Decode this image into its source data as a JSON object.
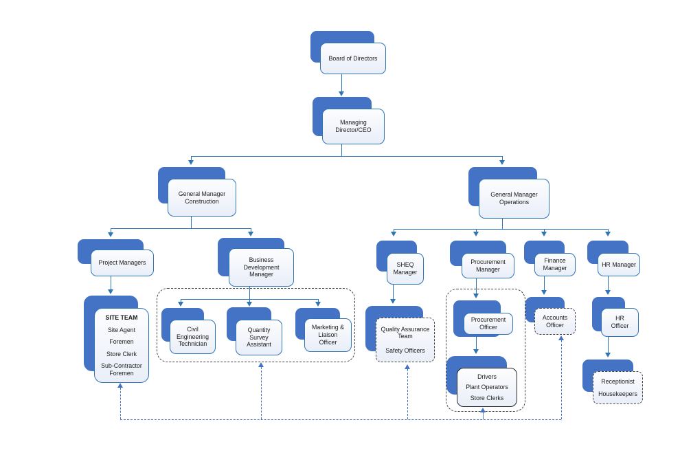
{
  "colors": {
    "node_shadow_blue": "#4472C4",
    "node_border_blue": "#2E75B6",
    "node_fill_light": "#E9EEF8",
    "connector_blue": "#2E75B6",
    "dashed_feedback_blue": "#4472C4",
    "dashed_container_dark": "#3F3F3F",
    "text": "#1A1A1A"
  },
  "nodes": {
    "board_of_directors": {
      "label": "Board of Directors"
    },
    "managing_director": {
      "lines": [
        "Managing",
        "Director/CEO"
      ]
    },
    "gm_construction": {
      "lines": [
        "General Manager",
        "Construction"
      ]
    },
    "gm_operations": {
      "lines": [
        "General Manager",
        "Operations"
      ]
    },
    "project_managers": {
      "label": "Project Managers"
    },
    "business_development_manager": {
      "lines": [
        "Business",
        "Development",
        "Manager"
      ]
    },
    "site_team": {
      "title": "SITE TEAM",
      "members": [
        "Site Agent",
        "Foremen",
        "Store Clerk",
        "Sub-Contractor Foremen"
      ]
    },
    "civil_engineering_technician": {
      "lines": [
        "Civil",
        "Engineering",
        "Technician"
      ]
    },
    "quantity_survey_assistant": {
      "lines": [
        "Quantity",
        "Survey",
        "Assistant"
      ]
    },
    "marketing_liaison_officer": {
      "lines": [
        "Marketing &",
        "Liaison",
        "Officer"
      ]
    },
    "sheq_manager": {
      "lines": [
        "SHEQ",
        "Manager"
      ]
    },
    "procurement_manager": {
      "lines": [
        "Procurement",
        "Manager"
      ]
    },
    "finance_manager": {
      "lines": [
        "Finance",
        "Manager"
      ]
    },
    "hr_manager": {
      "label": "HR Manager"
    },
    "quality_safety_team": {
      "members": [
        "Quality Assurance Team",
        "Safety Officers"
      ]
    },
    "procurement_officer": {
      "lines": [
        "Procurement",
        "Officer"
      ]
    },
    "drivers_team": {
      "members": [
        "Drivers",
        "Plant Operators",
        "Store Clerks"
      ]
    },
    "accounts_officer": {
      "lines": [
        "Accounts",
        "Officer"
      ]
    },
    "hr_officer": {
      "lines": [
        "HR",
        "Officer"
      ]
    },
    "reception_team": {
      "members": [
        "Receptionist",
        "Housekeepers"
      ]
    }
  },
  "relationships": {
    "solid_reporting_lines": [
      [
        "Board of Directors",
        "Managing Director/CEO"
      ],
      [
        "Managing Director/CEO",
        "General Manager Construction"
      ],
      [
        "Managing Director/CEO",
        "General Manager Operations"
      ],
      [
        "General Manager Construction",
        "Project Managers"
      ],
      [
        "General Manager Construction",
        "Business Development Manager"
      ],
      [
        "Project Managers",
        "SITE TEAM"
      ],
      [
        "Business Development Manager",
        "Civil Engineering Technician"
      ],
      [
        "Business Development Manager",
        "Quantity Survey Assistant"
      ],
      [
        "Business Development Manager",
        "Marketing & Liaison Officer"
      ],
      [
        "General Manager Operations",
        "SHEQ Manager"
      ],
      [
        "General Manager Operations",
        "Procurement Manager"
      ],
      [
        "General Manager Operations",
        "Finance Manager"
      ],
      [
        "General Manager Operations",
        "HR Manager"
      ],
      [
        "SHEQ Manager",
        "Quality Assurance Team / Safety Officers"
      ],
      [
        "Procurement Manager",
        "Procurement Officer"
      ],
      [
        "Procurement Officer",
        "Drivers / Plant Operators / Store Clerks"
      ],
      [
        "Finance Manager",
        "Accounts Officer"
      ],
      [
        "HR Manager",
        "HR Officer"
      ],
      [
        "HR Officer",
        "Receptionist / Housekeepers"
      ]
    ],
    "dashed_feedback_links": [
      "SITE TEAM",
      "Business Development sub-team group",
      "Quality Assurance Team / Safety Officers",
      "Drivers / Plant Operators / Store Clerks",
      "Accounts Officer"
    ]
  }
}
